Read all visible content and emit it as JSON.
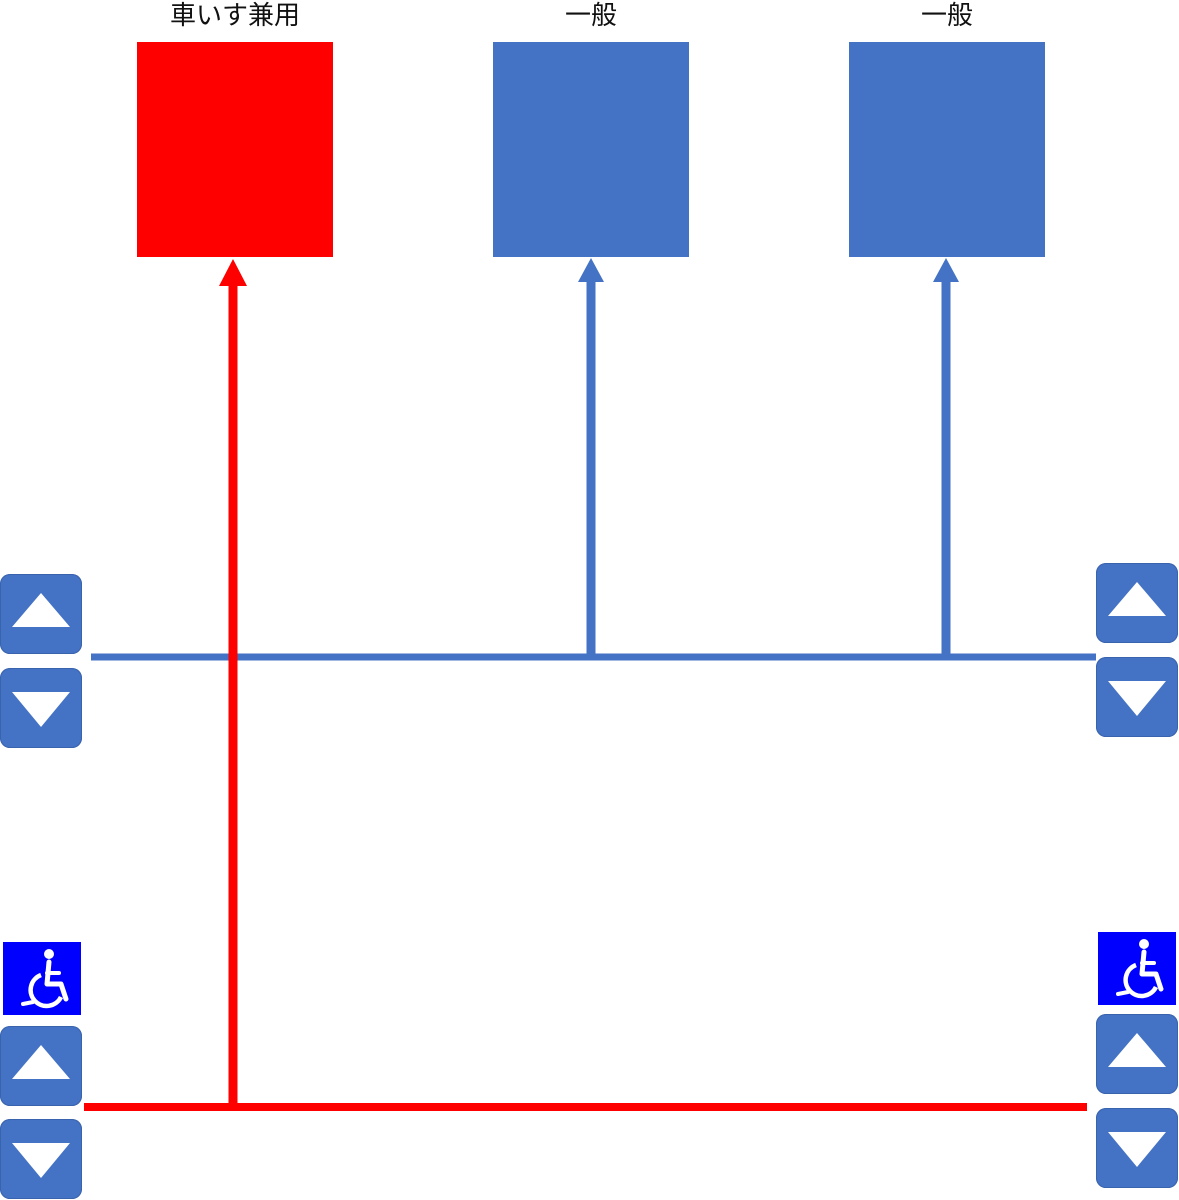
{
  "elevators": [
    {
      "label": "車いす兼用",
      "color": "#ff0000"
    },
    {
      "label": "一般",
      "color": "#4472c4"
    },
    {
      "label": "一般",
      "color": "#4472c4"
    }
  ],
  "colors": {
    "accessible_route": "#ff0000",
    "general_route": "#4472c4",
    "wheelchair_sign": "#0000ff"
  },
  "icons": {
    "up_button": "triangle-up-icon",
    "down_button": "triangle-down-icon",
    "wheelchair": "wheelchair-icon"
  }
}
